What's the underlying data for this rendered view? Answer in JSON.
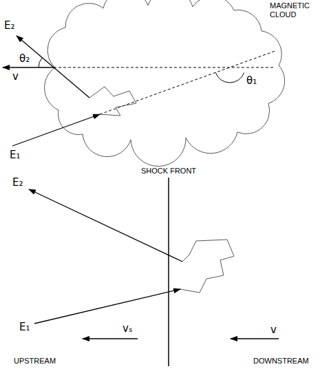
{
  "diagram": {
    "labels": [
      "MAGNETIC CLOUD",
      "E₂",
      "θ₂",
      "v",
      "θ₁",
      "E₁",
      "SHOCK FRONT",
      "E₂",
      "E₁",
      "vₛ",
      "v",
      "UPSTREAM",
      "DOWNSTREAM"
    ]
  }
}
